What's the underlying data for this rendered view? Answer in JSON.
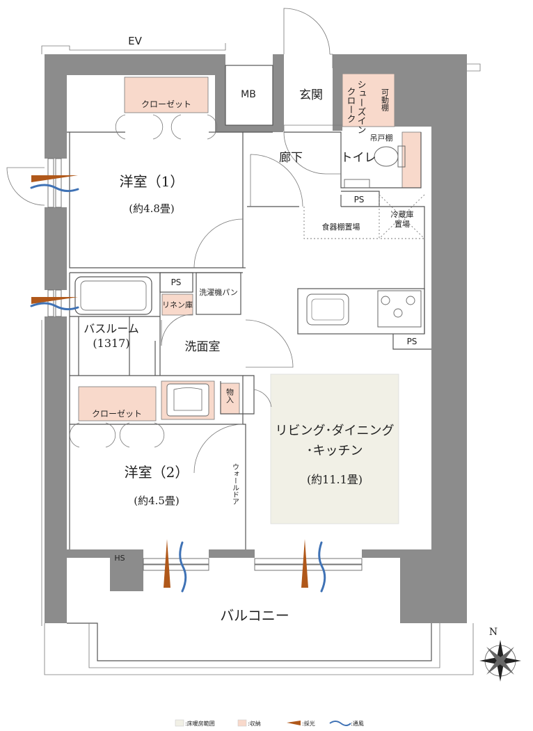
{
  "labels": {
    "ev": "EV",
    "mb": "MB",
    "genkan": "玄関",
    "shoes_in_cloak_1": "シューズイン",
    "shoes_in_cloak_2": "クローク",
    "movable_shelf": "可動棚",
    "closet_1": "クローゼット",
    "room1_title": "洋室（1）",
    "room1_size": "(約4.8畳)",
    "corridor": "廊下",
    "toilet": "トイレ",
    "hanging_shelf": "吊戸棚",
    "ps_toilet": "PS",
    "dish_shelf": "食器棚置場",
    "fridge_1": "冷蔵庫",
    "fridge_2": "置場",
    "ps_bath": "PS",
    "washer_pan": "洗濯機パン",
    "linen": "リネン庫",
    "bathroom_title": "バスルーム",
    "bathroom_size": "(1317)",
    "washroom": "洗面室",
    "ps_kitchen": "PS",
    "storage": "物入",
    "closet_2": "クローゼット",
    "ldk_line1": "リビング･ダイニング",
    "ldk_line2": "･キッチン",
    "ldk_size": "(約11.1畳)",
    "room2_title": "洋室（2）",
    "room2_size": "(約4.5畳)",
    "walk_door": "ウォールドア",
    "hs": "HS",
    "balcony": "バルコニー",
    "north": "N"
  },
  "legend": [
    {
      "text": ":床暖房範囲",
      "color": "#f1f0e6",
      "kind": "swatch"
    },
    {
      "text": ":収納",
      "color": "#f8d9cb",
      "kind": "swatch"
    },
    {
      "text": ":採光",
      "color": "#b0581a",
      "kind": "light"
    },
    {
      "text": ":通風",
      "color": "#3f72b5",
      "kind": "wind"
    }
  ],
  "colors": {
    "wall": "#8c8c8c",
    "storage": "#f8d9cb",
    "floor_heating": "#f1f0e6",
    "light_arrow": "#b0581a",
    "wind": "#3f72b5"
  }
}
